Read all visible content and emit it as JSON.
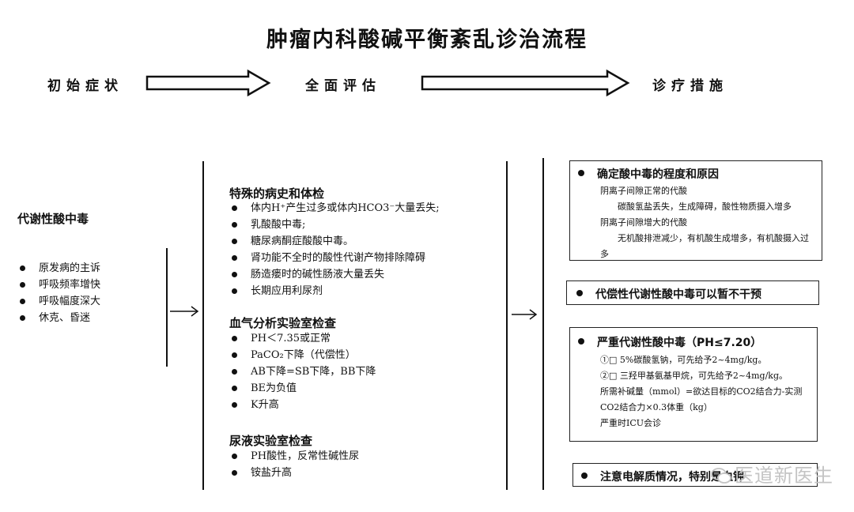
{
  "title": "肿瘤内科酸碱平衡紊乱诊治流程",
  "stages": [
    "初始症状",
    "全面评估",
    "诊疗措施"
  ],
  "left": {
    "heading": "代谢性酸中毒",
    "symptoms": [
      "原发病的主诉",
      "呼吸频率增快",
      "呼吸幅度深大",
      "休克、昏迷"
    ]
  },
  "middle": {
    "sections": [
      {
        "heading": "特殊的病史和体检",
        "items": [
          "体内H⁺产生过多或体内HCO3⁻大量丢失;",
          "乳酸酸中毒;",
          "糖尿病酮症酸酸中毒。",
          "肾功能不全时的酸性代谢产物排除障碍",
          "肠造瘘时的碱性肠液大量丢失",
          "长期应用利尿剂"
        ]
      },
      {
        "heading": "血气分析实验室检查",
        "items": [
          "PH＜7.35或正常",
          "PaCO₂下降（代偿性）",
          "AB下降=SB下降，BB下降",
          "BE为负值",
          "K升高"
        ]
      },
      {
        "heading": "尿液实验室检查",
        "items": [
          "PH酸性，反常性碱性尿",
          "铵盐升高"
        ]
      }
    ]
  },
  "right": {
    "box1": {
      "title": "确定酸中毒的程度和原因",
      "lines": [
        "阴离子间隙正常的代酸",
        "碳酸氢盐丢失，生成障碍，酸性物质摄入增多",
        "阴离子间隙增大的代酸",
        "无机酸排泄减少，有机酸生成增多，有机酸摄入过",
        "多"
      ]
    },
    "box2": {
      "title": "代偿性代谢性酸中毒可以暂不干预"
    },
    "box3": {
      "title": "严重代谢性酸中毒（PH≤7.20）",
      "lines": [
        "①□ 5%碳酸氢钠，可先给予2~4mg/kg。",
        "②□ 三羟甲基氨基甲烷，可先给予2~4mg/kg。",
        "所需补碱量（mmol）=欲达目标的CO2结合力-实测",
        "CO2结合力×0.3体重（kg）",
        "严重时ICU会诊"
      ]
    },
    "box4": {
      "title": "注意电解质情况，特别是血钾"
    }
  },
  "watermark": "医道新医生",
  "icons": {
    "bullet": "bullet-dot-icon",
    "block_arrow": "block-arrow-icon",
    "thin_arrow": "thin-arrow-icon",
    "watermark_logo": "wechat-logo-icon"
  }
}
